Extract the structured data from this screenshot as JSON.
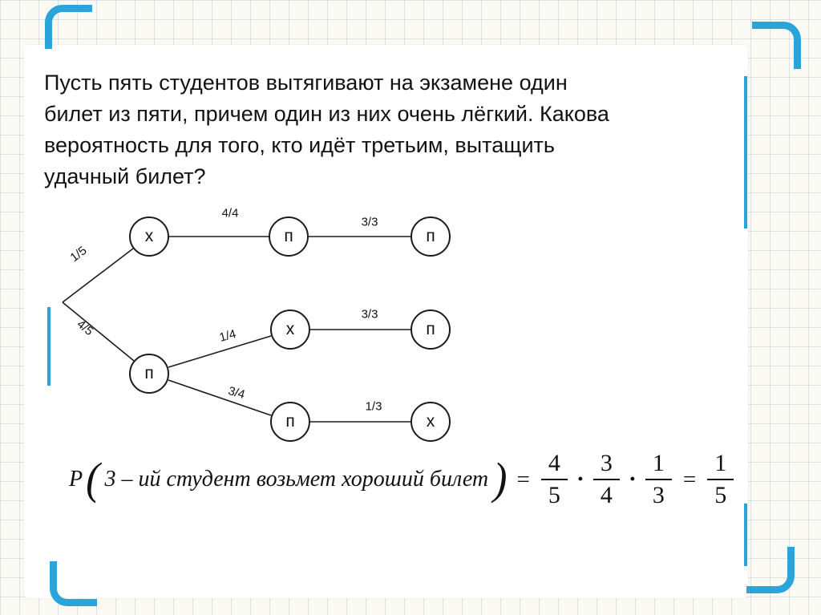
{
  "colors": {
    "accent": "#2aa4da",
    "ink": "#111111",
    "paper": "#ffffff"
  },
  "question": {
    "lines": [
      "Пусть пять студентов вытягивают на экзамене один",
      "билет из пяти, причем один из них очень лёгкий. Какова",
      "вероятность для того, кто идёт третьим, вытащить",
      "удачный билет?"
    ]
  },
  "tree": {
    "nodes": [
      {
        "label": "х"
      },
      {
        "label": "п"
      },
      {
        "label": "п"
      },
      {
        "label": "п"
      },
      {
        "label": "х"
      },
      {
        "label": "п"
      },
      {
        "label": "п"
      },
      {
        "label": "х"
      }
    ],
    "edge_labels": [
      "1/5",
      "4/4",
      "3/3",
      "4/5",
      "1/4",
      "3/3",
      "3/4",
      "1/3"
    ]
  },
  "formula": {
    "symbol": "P",
    "open": "(",
    "argument": "3 – ий студент возьмет хороший билет",
    "close": ")",
    "eq1": "=",
    "dot1": "·",
    "dot2": "·",
    "eq2": "=",
    "frac1": {
      "num": "4",
      "den": "5"
    },
    "frac2": {
      "num": "3",
      "den": "4"
    },
    "frac3": {
      "num": "1",
      "den": "3"
    },
    "result": {
      "num": "1",
      "den": "5"
    }
  }
}
